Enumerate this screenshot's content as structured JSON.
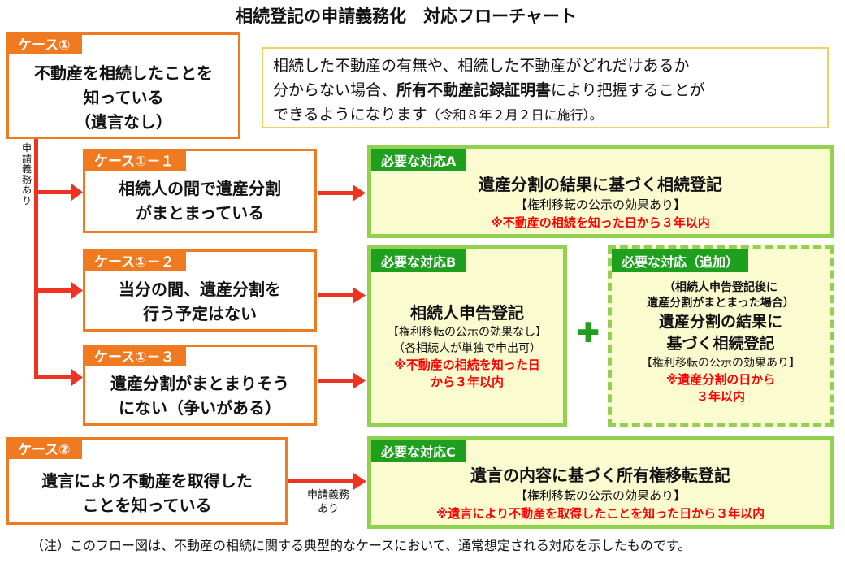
{
  "title": "相続登記の申請義務化　対応フローチャート",
  "info": {
    "line1": "相続した不動産の有無や、相続した不動産がどれだけあるか",
    "line2_pre": "分からない場合、",
    "line2_bold": "所有不動産記録証明書",
    "line2_post": "により把握することが",
    "line3": "できるようになります",
    "line3_small": "（令和８年２月２日に施行）。"
  },
  "case1": {
    "label": "ケース①",
    "lines": [
      "不動産を相続したことを",
      "知っている",
      "（遺言なし）"
    ]
  },
  "case1_1": {
    "label": "ケース①－１",
    "lines": [
      "相続人の間で遺産分割",
      "がまとまっている"
    ]
  },
  "case1_2": {
    "label": "ケース①－２",
    "lines": [
      "当分の間、遺産分割を",
      "行う予定はない"
    ]
  },
  "case1_3": {
    "label": "ケース①－３",
    "lines": [
      "遺産分割がまとまりそう",
      "にない（争いがある）"
    ]
  },
  "case2": {
    "label": "ケース②",
    "lines": [
      "遺言により不動産を取得した",
      "ことを知っている"
    ]
  },
  "duty_vertical": "申請義務あり",
  "duty_horizontal": [
    "申請義務",
    "あり"
  ],
  "respA": {
    "label": "必要な対応A",
    "title": "遺産分割の結果に基づく相続登記",
    "effect": "【権利移転の公示の効果あり】",
    "deadline": "※不動産の相続を知った日から３年以内"
  },
  "respB": {
    "label": "必要な対応B",
    "title": "相続人申告登記",
    "effect": "【権利移転の公示の効果なし】",
    "note": "（各相続人が単独で申出可）",
    "deadline": [
      "※不動産の相続を知った日",
      "から３年以内"
    ]
  },
  "respAdd": {
    "label": "必要な対応（追加）",
    "cond": [
      "（相続人申告登記後に",
      "遺産分割がまとまった場合）"
    ],
    "title": [
      "遺産分割の結果に",
      "基づく相続登記"
    ],
    "effect": "【権利移転の公示の効果あり】",
    "deadline": [
      "※遺産分割の日から",
      "３年以内"
    ]
  },
  "respC": {
    "label": "必要な対応C",
    "title": "遺言の内容に基づく所有権移転登記",
    "effect": "【権利移転の公示の効果あり】",
    "deadline": "※遺言により不動産を取得したことを知った日から３年以内"
  },
  "plus_symbol": "✚",
  "footnote": "（注）このフロー図は、不動産の相続に関する典型的なケースにおいて、通常想定される対応を示したものです。",
  "colors": {
    "orange": "#f07a20",
    "green": "#1ea01e",
    "light_green": "#92d050",
    "arrow_red": "#ee3322",
    "resp_bg": "#fbfbd0",
    "deadline_red": "#ff0000"
  }
}
